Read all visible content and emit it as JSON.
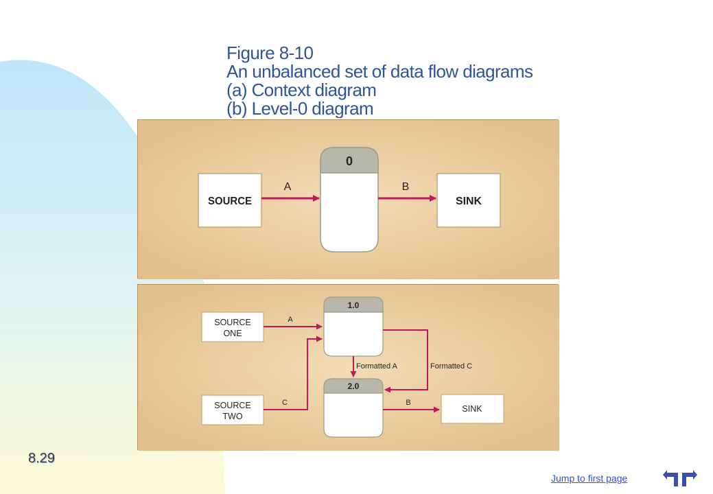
{
  "slide": {
    "title_lines": [
      "Figure 8-10",
      "An unbalanced set of data flow diagrams",
      "(a) Context diagram",
      "(b) Level-0 diagram"
    ],
    "slide_number": "8.29",
    "jump_link_label": "Jump to first page",
    "nav": {
      "prev_icon": "arrow-left-icon",
      "next_icon": "arrow-right-icon"
    }
  },
  "colors": {
    "panel_bg": "#e3c08e",
    "flow_arrow": "#c2185b",
    "process_header": "#b7b7aa",
    "title_text": "#2f5597"
  },
  "context_diagram": {
    "source_label": "SOURCE",
    "sink_label": "SINK",
    "process_id": "0",
    "flow_in": "A",
    "flow_out": "B"
  },
  "level0_diagram": {
    "source_one_lines": [
      "SOURCE",
      "ONE"
    ],
    "source_two_lines": [
      "SOURCE",
      "TWO"
    ],
    "sink_label": "SINK",
    "process_1_id": "1.0",
    "process_2_id": "2.0",
    "flow_a": "A",
    "flow_c": "C",
    "flow_b": "B",
    "flow_formatted_a": "Formatted A",
    "flow_formatted_c": "Formatted C"
  }
}
